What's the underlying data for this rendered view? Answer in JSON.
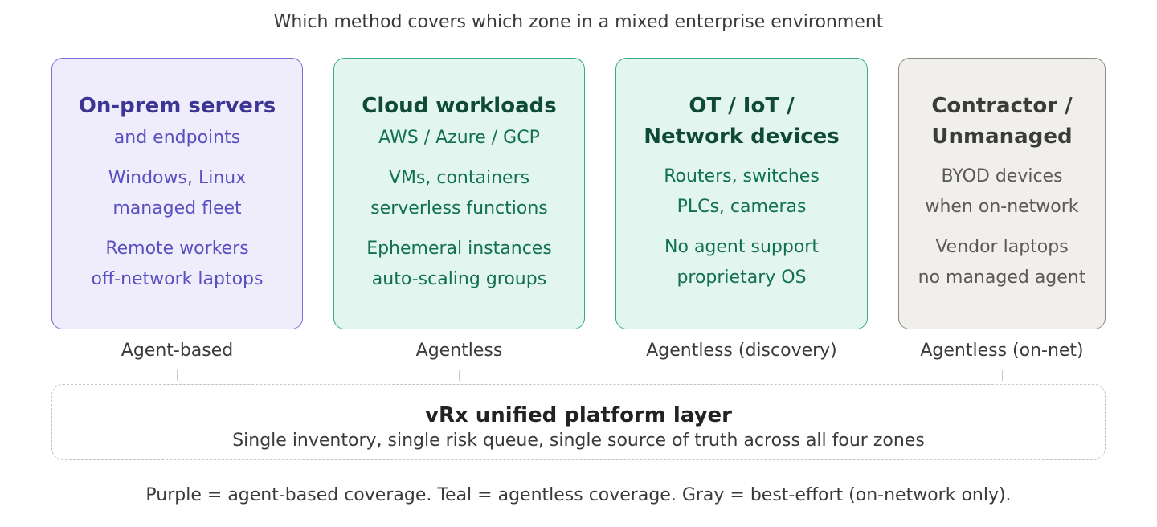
{
  "subtitle": "Which method covers which zone in a mixed enterprise environment",
  "zones": [
    {
      "title_lines": [
        "On-prem servers"
      ],
      "subtitle": "and endpoints",
      "groups": [
        [
          "Windows, Linux",
          "managed fleet"
        ],
        [
          "Remote workers",
          "off-network laptops"
        ]
      ],
      "method": "Agent-based",
      "theme": "purple"
    },
    {
      "title_lines": [
        "Cloud workloads"
      ],
      "subtitle": "AWS / Azure / GCP",
      "groups": [
        [
          "VMs, containers",
          "serverless functions"
        ],
        [
          "Ephemeral instances",
          "auto-scaling groups"
        ]
      ],
      "method": "Agentless",
      "theme": "teal"
    },
    {
      "title_lines": [
        "OT / IoT /",
        "Network devices"
      ],
      "groups": [
        [
          "Routers, switches",
          "PLCs, cameras"
        ],
        [
          "No agent support",
          "proprietary OS"
        ]
      ],
      "method": "Agentless (discovery)",
      "theme": "teal"
    },
    {
      "title_lines": [
        "Contractor /",
        "Unmanaged"
      ],
      "groups": [
        [
          "BYOD devices",
          "when on-network"
        ],
        [
          "Vendor laptops",
          "no managed agent"
        ]
      ],
      "method": "Agentless (on-net)",
      "theme": "gray"
    }
  ],
  "platform": {
    "title": "vRx unified platform layer",
    "description": "Single inventory, single risk queue, single source of truth across all four zones"
  },
  "footnote": "Purple = agent-based coverage. Teal = agentless coverage. Gray = best-effort (on-network only).",
  "colors": {
    "purple_fill": "#efedfc",
    "purple_border": "#7b6fd6",
    "teal_fill": "#e2f5ee",
    "teal_border": "#3aa988",
    "gray_fill": "#f0efeb",
    "gray_border": "#8d8c86"
  }
}
